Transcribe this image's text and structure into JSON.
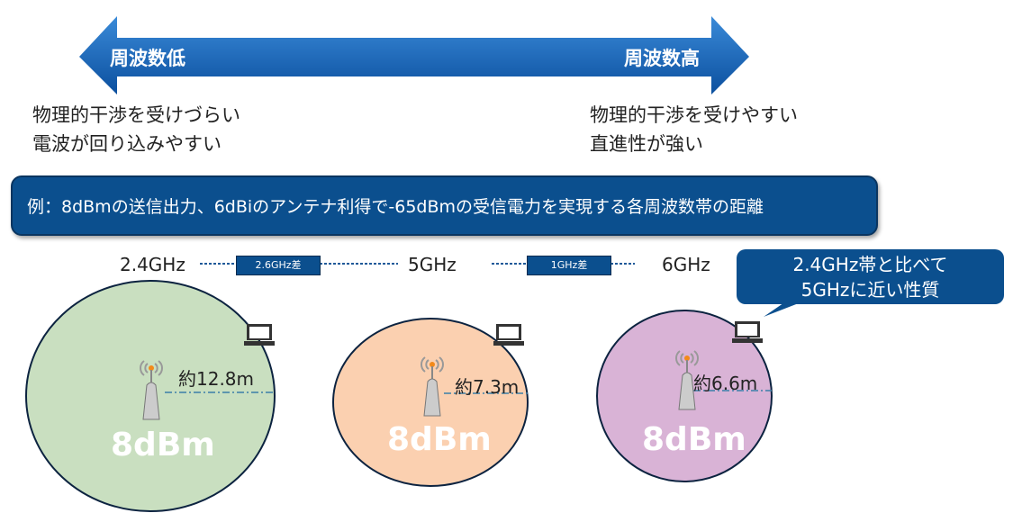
{
  "arrow": {
    "left_label": "周波数低",
    "right_label": "周波数高"
  },
  "low_desc": [
    "物理的干渉を受けづらい",
    "電波が回り込みやすい"
  ],
  "high_desc": [
    "物理的干渉を受けやすい",
    "直進性が強い"
  ],
  "banner": "例：8dBmの送信出力、6dBiのアンテナ利得で-65dBmの受信電力を実現する各周波数帯の距離",
  "bands": [
    {
      "freq": "2.4GHz",
      "distance": "約12.8m",
      "power": "8dBm",
      "color": "#c9dfc0"
    },
    {
      "freq": "5GHz",
      "distance": "約7.3m",
      "power": "8dBm",
      "color": "#fbd0b0"
    },
    {
      "freq": "6GHz",
      "distance": "約6.6m",
      "power": "8dBm",
      "color": "#d9b3d6"
    }
  ],
  "diffs": [
    "2.6GHz差",
    "1GHz差"
  ],
  "callout": [
    "2.4GHz帯と比べて",
    "5GHzに近い性質"
  ]
}
